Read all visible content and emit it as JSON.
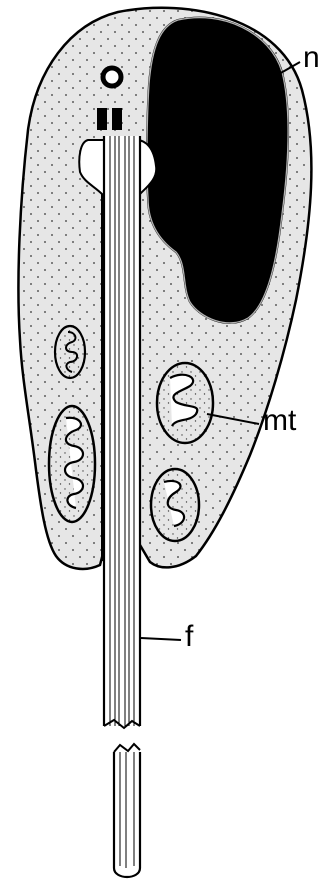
{
  "labels": {
    "nucleus": "n",
    "mitochondrion": "mt",
    "flagellum": "f"
  },
  "colors": {
    "cytoplasm": "#e6e6e6",
    "nucleus": "#000000",
    "outline": "#000000",
    "membrane_fill": "#ffffff"
  }
}
